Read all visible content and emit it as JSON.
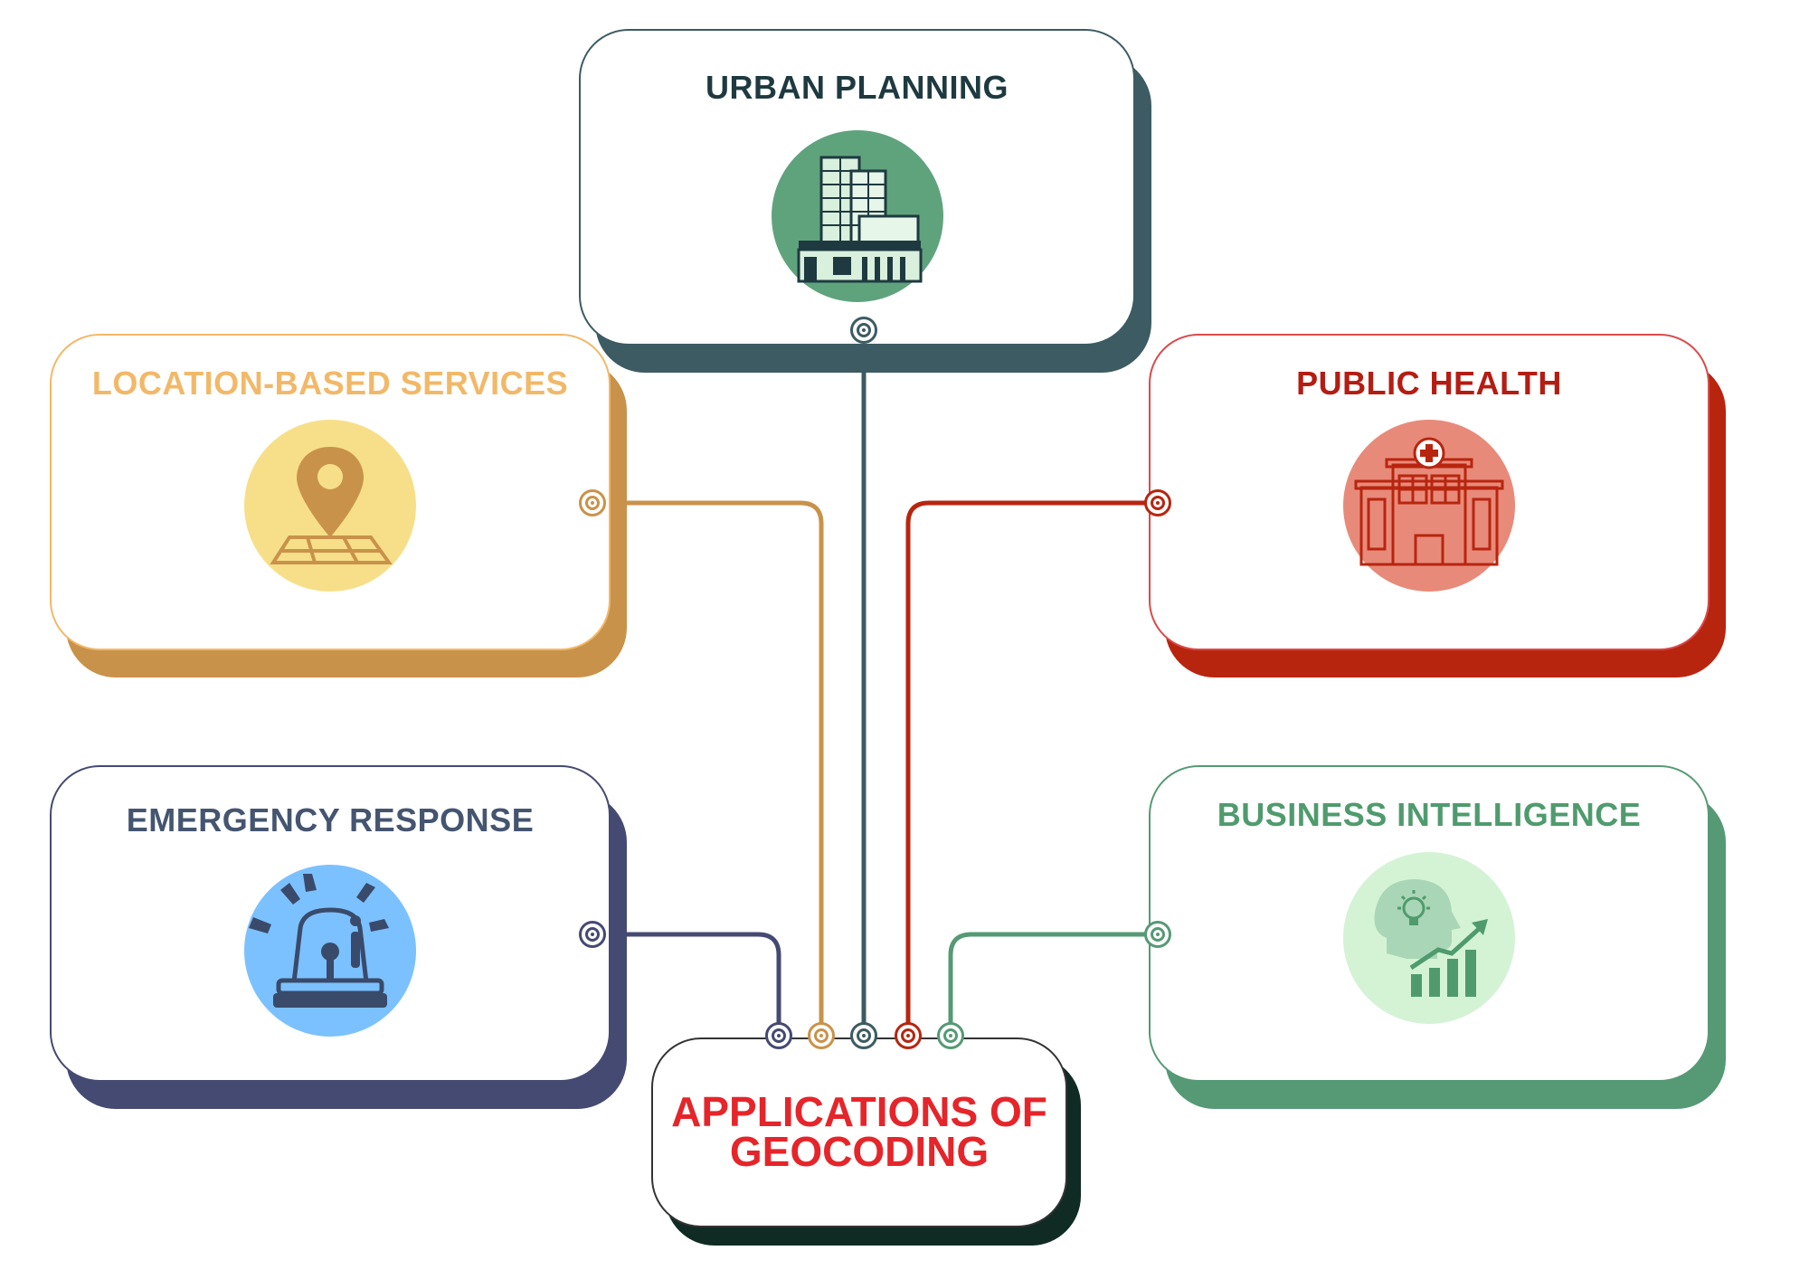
{
  "center": {
    "title_line1": "APPLICATIONS OF",
    "title_line2": "GEOCODING",
    "color": "#e5252a",
    "shadow_color": "#0f2b23"
  },
  "nodes": {
    "urban_planning": {
      "title": "URBAN PLANNING",
      "icon": "buildings-icon",
      "title_color": "#1e3a40",
      "accent": "#3d5b63",
      "circle": "#5fa37d"
    },
    "location_based_services": {
      "title": "LOCATION-BASED SERVICES",
      "icon": "map-pin-icon",
      "title_color": "#f2b868",
      "accent": "#c9924a",
      "circle": "#f7df8a"
    },
    "public_health": {
      "title": "PUBLIC HEALTH",
      "icon": "hospital-icon",
      "title_color": "#b51c12",
      "accent": "#b8250f",
      "circle": "#e88a7a"
    },
    "emergency_response": {
      "title": "EMERGENCY RESPONSE",
      "icon": "siren-icon",
      "title_color": "#445570",
      "accent": "#454a72",
      "circle": "#7bc1ff"
    },
    "business_intelligence": {
      "title": "BUSINESS INTELLIGENCE",
      "icon": "growth-mind-icon",
      "title_color": "#4f9b6e",
      "accent": "#559a75",
      "circle": "#d4f3d5"
    }
  }
}
